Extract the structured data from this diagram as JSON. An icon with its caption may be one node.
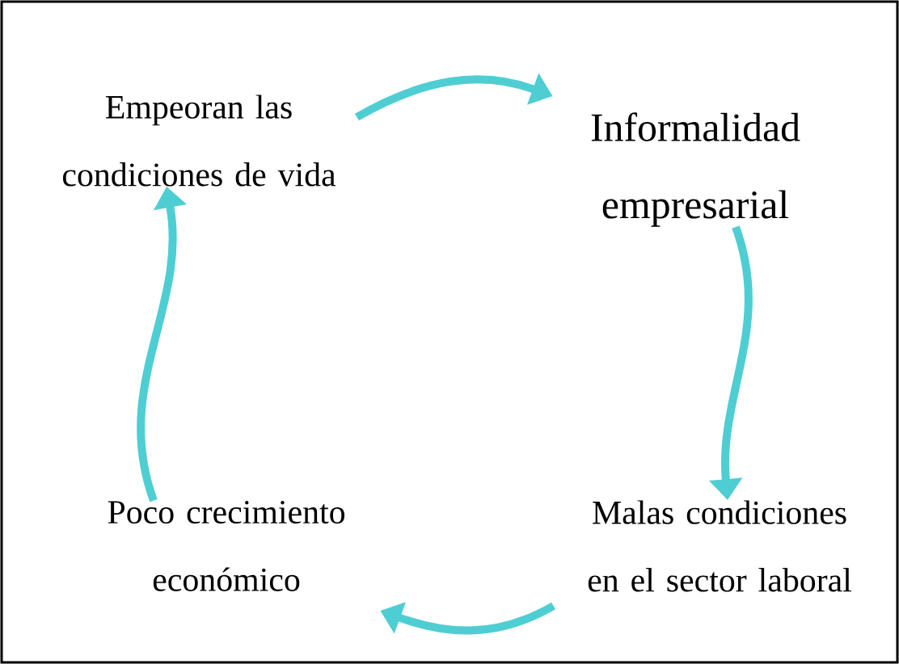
{
  "diagram": {
    "nodes": [
      {
        "text": [
          "Empeoran las condiciones de vida"
        ]
      },
      {
        "text": [
          "Informalidad empresarial"
        ]
      },
      {
        "text": [
          "Malas condiciones en el sector laboral"
        ]
      },
      {
        "text": [
          "Poco crecimiento económico"
        ]
      }
    ],
    "edges": [
      {
        "from": 0,
        "to": 1,
        "arrow": "to"
      },
      {
        "from": 1,
        "to": 2,
        "arrow": "to"
      },
      {
        "from": 2,
        "to": 3,
        "arrow": "to"
      },
      {
        "from": 3,
        "to": 0,
        "arrow": "to"
      }
    ]
  }
}
